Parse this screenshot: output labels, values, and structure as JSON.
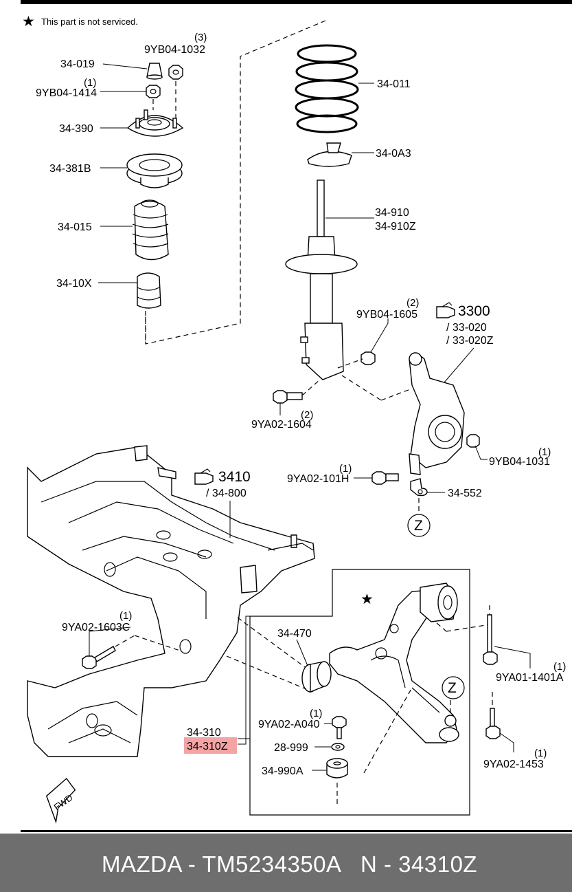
{
  "note": {
    "star": "★",
    "text": "This part is not serviced."
  },
  "labels": {
    "p34_019": "34-019",
    "p9yb04_1032_qty": "(3)",
    "p9yb04_1032": "9YB04-1032",
    "p9yb04_1414_qty": "(1)",
    "p9yb04_1414": "9YB04-1414",
    "p34_390": "34-390",
    "p34_381b": "34-381B",
    "p34_015": "34-015",
    "p34_10x": "34-10X",
    "p34_011": "34-011",
    "p34_0a3": "34-0A3",
    "p34_910": "34-910",
    "p34_910z": "34-910Z",
    "p9yb04_1605_qty": "(2)",
    "p9yb04_1605": "9YB04-1605",
    "ref3300": "3300",
    "p33_020": "/ 33-020",
    "p33_020z": "/ 33-020Z",
    "p9ya02_1604_qty": "(2)",
    "p9ya02_1604": "9YA02-1604",
    "p9yb04_1031_qty": "(1)",
    "p9yb04_1031": "9YB04-1031",
    "p9ya02_101h_qty": "(1)",
    "p9ya02_101h": "9YA02-101H",
    "p34_552": "34-552",
    "ref3410": "3410",
    "p34_800": "/ 34-800",
    "z1": "Z",
    "z2": "Z",
    "p9ya02_1603c_qty": "(1)",
    "p9ya02_1603c": "9YA02-1603C",
    "p34_470": "34-470",
    "p9ya01_1401a_qty": "(1)",
    "p9ya01_1401a": "9YA01-1401A",
    "p9ya02_a040_qty": "(1)",
    "p9ya02_a040": "9YA02-A040",
    "p28_999": "28-999",
    "p34_990a": "34-990A",
    "p34_310": "34-310",
    "p34_310z": "34-310Z",
    "p9ya02_1453_qty": "(1)",
    "p9ya02_1453": "9YA02-1453",
    "star_arm": "★",
    "fwd": "FWD"
  },
  "colors": {
    "highlight": "#f4a4a4",
    "footer_bg": "#6e6e6e",
    "footer_text": "#ffffff"
  },
  "footer": {
    "brand": "MAZDA - TM5234350A",
    "part": "N - 34310Z"
  }
}
